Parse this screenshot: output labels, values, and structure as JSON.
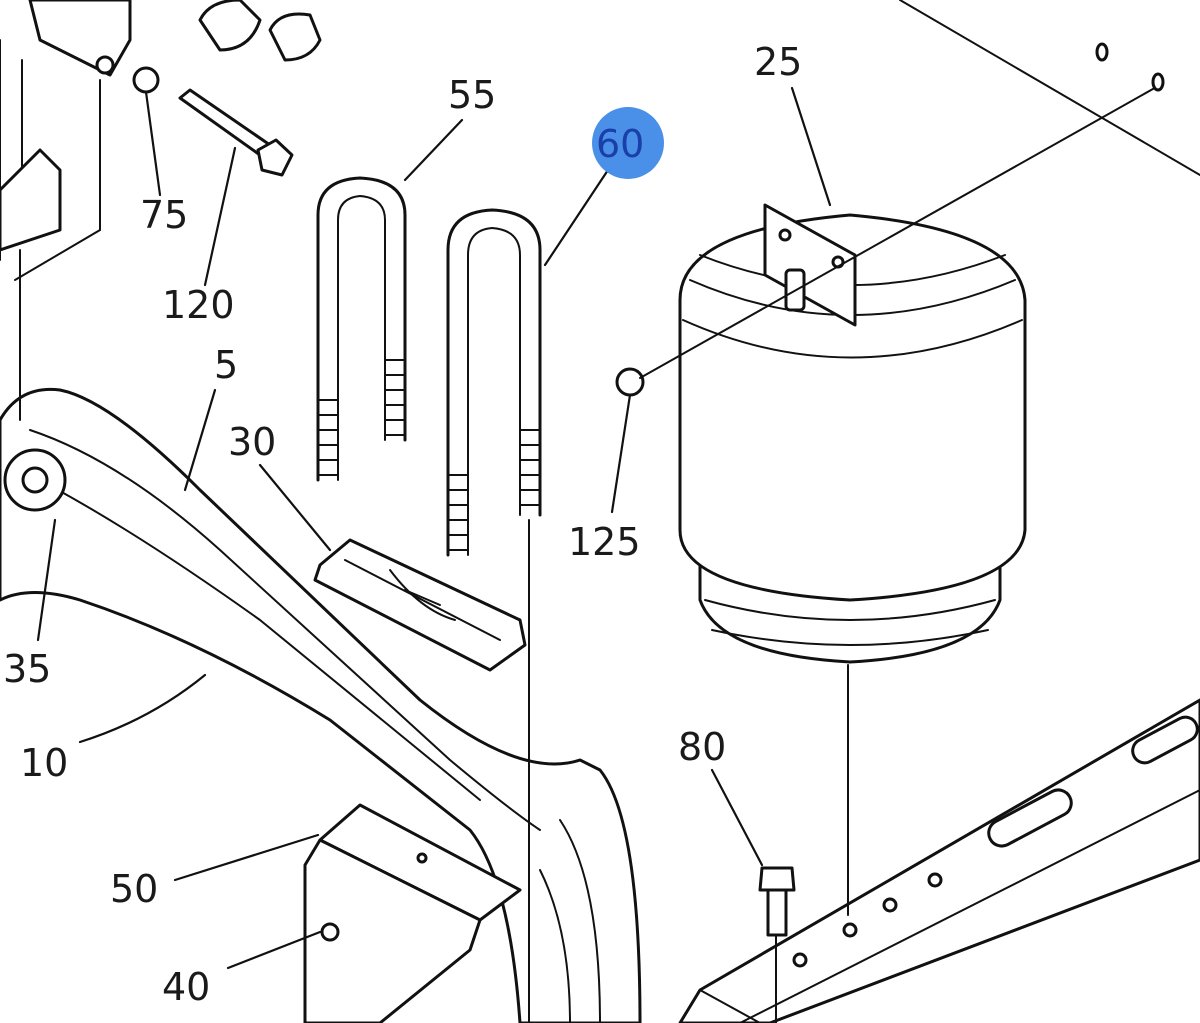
{
  "callouts": [
    {
      "id": "c25",
      "label": "25"
    },
    {
      "id": "c55",
      "label": "55"
    },
    {
      "id": "c60",
      "label": "60",
      "selected": true
    },
    {
      "id": "c75",
      "label": "75"
    },
    {
      "id": "c120",
      "label": "120"
    },
    {
      "id": "c5",
      "label": "5"
    },
    {
      "id": "c30",
      "label": "30"
    },
    {
      "id": "c125",
      "label": "125"
    },
    {
      "id": "c35",
      "label": "35"
    },
    {
      "id": "c10",
      "label": "10"
    },
    {
      "id": "c80",
      "label": "80"
    },
    {
      "id": "c50",
      "label": "50"
    },
    {
      "id": "c40",
      "label": "40"
    }
  ],
  "colors": {
    "selection_highlight": "#4a90e8",
    "line": "#111111",
    "background": "#ffffff"
  }
}
